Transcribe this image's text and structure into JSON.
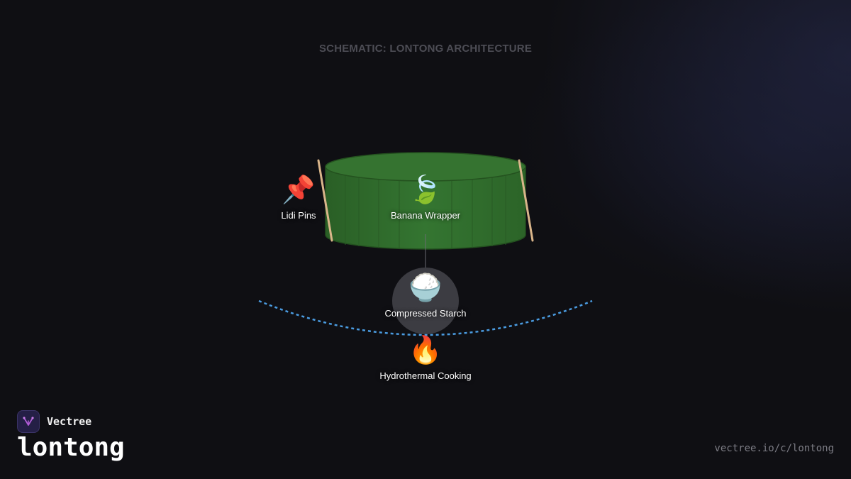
{
  "diagram": {
    "title": "SCHEMATIC: LONTONG ARCHITECTURE",
    "nodes": {
      "pins": {
        "label": "Lidi Pins",
        "icon": "pushpin-icon",
        "glyph": "📌"
      },
      "wrapper": {
        "label": "Banana Wrapper",
        "icon": "leaf-icon",
        "glyph": "🍃"
      },
      "starch": {
        "label": "Compressed Starch",
        "icon": "rice-bowl-icon",
        "glyph": "🍚"
      },
      "cooking": {
        "label": "Hydrothermal Cooking",
        "icon": "fire-icon",
        "glyph": "🔥"
      }
    },
    "colors": {
      "leaf": "#2f6b2a",
      "pin": "#d9b58a",
      "heat_curve": "#4a9be0",
      "starch_circle": "#3c3c42"
    }
  },
  "footer": {
    "brand": "Vectree",
    "page_word": "lontong",
    "url": "vectree.io/c/lontong"
  }
}
